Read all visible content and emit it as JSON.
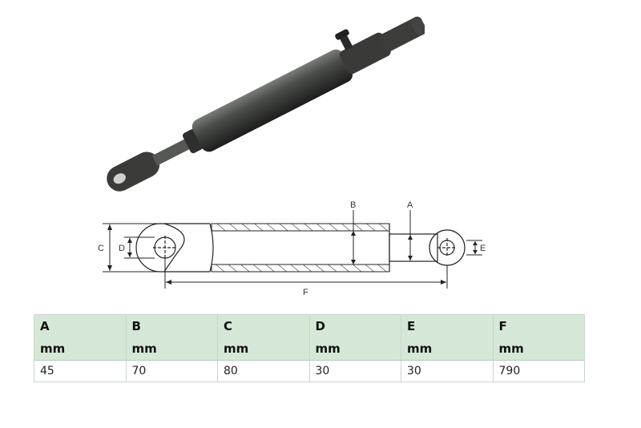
{
  "drawing": {
    "labels": {
      "a": "A",
      "b": "B",
      "c": "C",
      "d": "D",
      "e": "E",
      "f": "F"
    }
  },
  "table": {
    "headers": [
      "A",
      "B",
      "C",
      "D",
      "E",
      "F"
    ],
    "units": [
      "mm",
      "mm",
      "mm",
      "mm",
      "mm",
      "mm"
    ],
    "values": [
      "45",
      "70",
      "80",
      "30",
      "30",
      "790"
    ]
  }
}
